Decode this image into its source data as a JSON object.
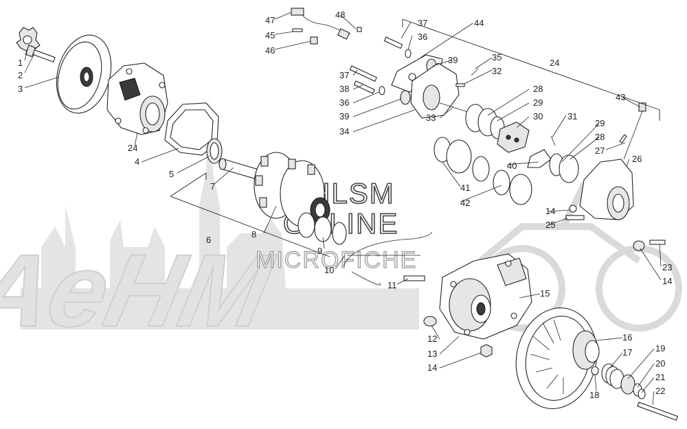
{
  "watermark": {
    "logo_text": "AeHM",
    "brand_lines": [
      "HLSM",
      "ONLINE",
      "MICROFICHE"
    ]
  },
  "colors": {
    "line": "#222222",
    "watermark": "#d9d9d9",
    "background": "#ffffff"
  },
  "callouts": [
    {
      "id": "c1",
      "label": "1"
    },
    {
      "id": "c2",
      "label": "2"
    },
    {
      "id": "c3",
      "label": "3"
    },
    {
      "id": "c24a",
      "label": "24"
    },
    {
      "id": "c4",
      "label": "4"
    },
    {
      "id": "c5",
      "label": "5"
    },
    {
      "id": "c7",
      "label": "7"
    },
    {
      "id": "c6",
      "label": "6"
    },
    {
      "id": "c8",
      "label": "8"
    },
    {
      "id": "c9",
      "label": "9"
    },
    {
      "id": "c10",
      "label": "10"
    },
    {
      "id": "c11",
      "label": "11"
    },
    {
      "id": "c47",
      "label": "47"
    },
    {
      "id": "c45",
      "label": "45"
    },
    {
      "id": "c46",
      "label": "46"
    },
    {
      "id": "c48",
      "label": "48"
    },
    {
      "id": "c37a",
      "label": "37"
    },
    {
      "id": "c36a",
      "label": "36"
    },
    {
      "id": "c44",
      "label": "44"
    },
    {
      "id": "c24b",
      "label": "24"
    },
    {
      "id": "c35",
      "label": "35"
    },
    {
      "id": "c32",
      "label": "32"
    },
    {
      "id": "c39a",
      "label": "39"
    },
    {
      "id": "c37b",
      "label": "37"
    },
    {
      "id": "c38",
      "label": "38"
    },
    {
      "id": "c36b",
      "label": "36"
    },
    {
      "id": "c39b",
      "label": "39"
    },
    {
      "id": "c34",
      "label": "34"
    },
    {
      "id": "c33",
      "label": "33"
    },
    {
      "id": "c28a",
      "label": "28"
    },
    {
      "id": "c29a",
      "label": "29"
    },
    {
      "id": "c30",
      "label": "30"
    },
    {
      "id": "c31",
      "label": "31"
    },
    {
      "id": "c43",
      "label": "43"
    },
    {
      "id": "c29b",
      "label": "29"
    },
    {
      "id": "c28b",
      "label": "28"
    },
    {
      "id": "c27",
      "label": "27"
    },
    {
      "id": "c26",
      "label": "26"
    },
    {
      "id": "c40",
      "label": "40"
    },
    {
      "id": "c41",
      "label": "41"
    },
    {
      "id": "c42",
      "label": "42"
    },
    {
      "id": "c14a",
      "label": "14"
    },
    {
      "id": "c25",
      "label": "25"
    },
    {
      "id": "c23",
      "label": "23"
    },
    {
      "id": "c14b",
      "label": "14"
    },
    {
      "id": "c15",
      "label": "15"
    },
    {
      "id": "c16",
      "label": "16"
    },
    {
      "id": "c17",
      "label": "17"
    },
    {
      "id": "c19",
      "label": "19"
    },
    {
      "id": "c20",
      "label": "20"
    },
    {
      "id": "c21",
      "label": "21"
    },
    {
      "id": "c22",
      "label": "22"
    },
    {
      "id": "c18",
      "label": "18"
    },
    {
      "id": "c12",
      "label": "12"
    },
    {
      "id": "c13",
      "label": "13"
    },
    {
      "id": "c14c",
      "label": "14"
    }
  ]
}
